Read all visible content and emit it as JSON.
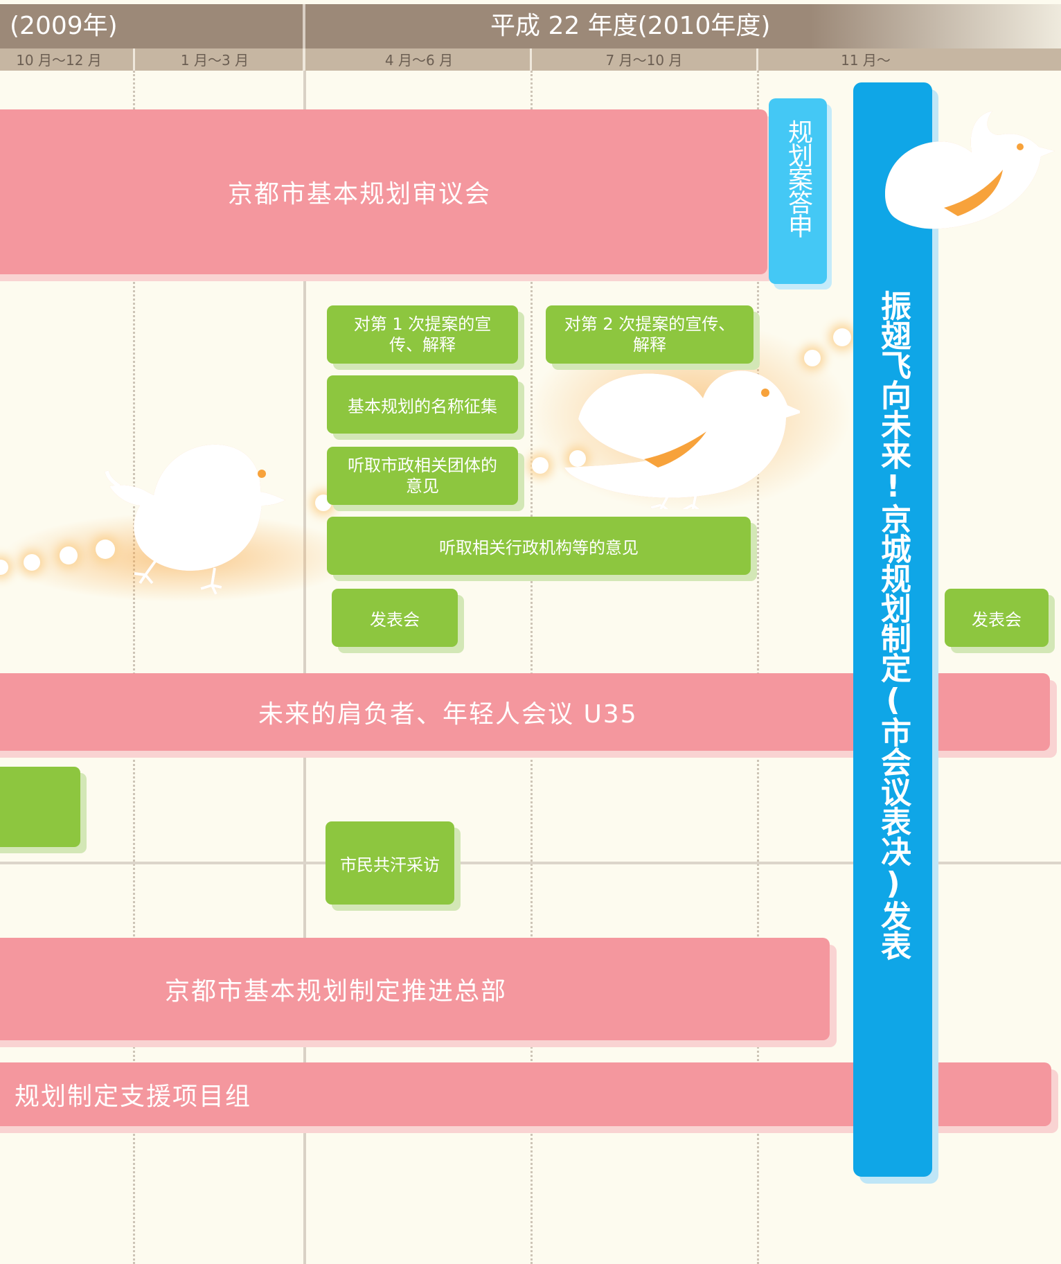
{
  "timeline": {
    "year_2009_label": "(2009年)",
    "fiscal_2010_label": "平成 22 年度(2010年度)",
    "quarters": [
      "10 月〜12 月",
      "1 月〜3 月",
      "4 月〜6 月",
      "7 月〜10 月",
      "11 月〜"
    ]
  },
  "bars": {
    "council": "京都市基本规划审议会",
    "u35": "未来的肩负者、年轻人会议 U35",
    "hq": "京都市基本规划制定推进总部",
    "support": "规划制定支援项目组"
  },
  "blue_boxes": {
    "report": "规划案答申",
    "adoption": "振翅飞向未来!京城规划制定(市会议表决)发表"
  },
  "green_boxes": {
    "promo1": "对第 1 次提案的宣传、解释",
    "promo2": "对第 2 次提案的宣传、解释",
    "naming": "基本规划的名称征集",
    "civic_groups": "听取市政相关团体的意见",
    "agencies": "听取相关行政机构等的意见",
    "presentation1": "发表会",
    "presentation2": "发表会",
    "interview": "市民共汗采访"
  },
  "icons": [
    "chick-icon",
    "bird-icon",
    "flying-bird-icon"
  ],
  "colors": {
    "header": "#9c8978",
    "subheader": "#c6b6a2",
    "pink": "#f4979e",
    "green": "#8dc63f",
    "blue_light": "#44c8f5",
    "blue_dark": "#0fa6e7",
    "glow": "#f7a23b",
    "background": "#fdfbef"
  }
}
